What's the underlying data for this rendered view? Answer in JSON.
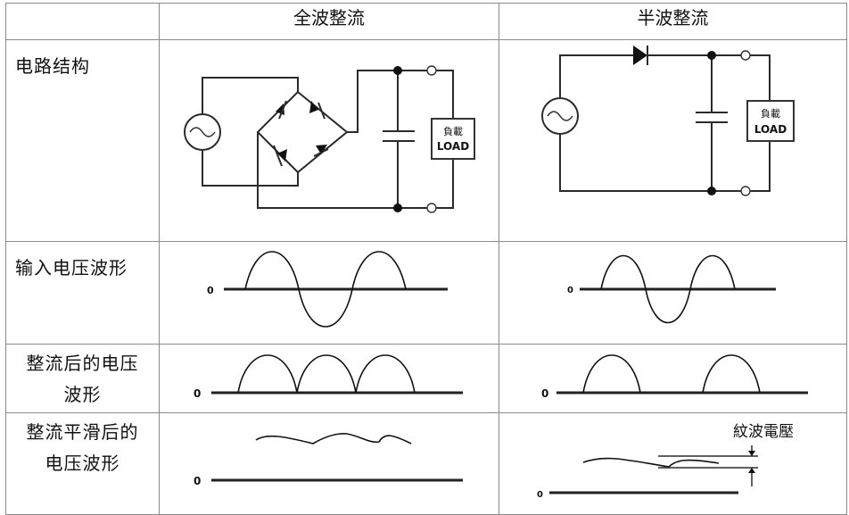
{
  "table": {
    "headers": {
      "blank": "",
      "full_wave": "全波整流",
      "half_wave": "半波整流"
    },
    "rows": [
      {
        "label": "电路结构"
      },
      {
        "label": "输入电压波形"
      },
      {
        "label_line1": "整流后的电压",
        "label_line2": "波形"
      },
      {
        "label_line1": "整流平滑后的",
        "label_line2": "电压波形"
      }
    ]
  },
  "circuit": {
    "load_line1": "負載",
    "load_line2": "LOAD"
  },
  "waveform": {
    "zero": "0",
    "ripple_label": "紋波電壓"
  }
}
